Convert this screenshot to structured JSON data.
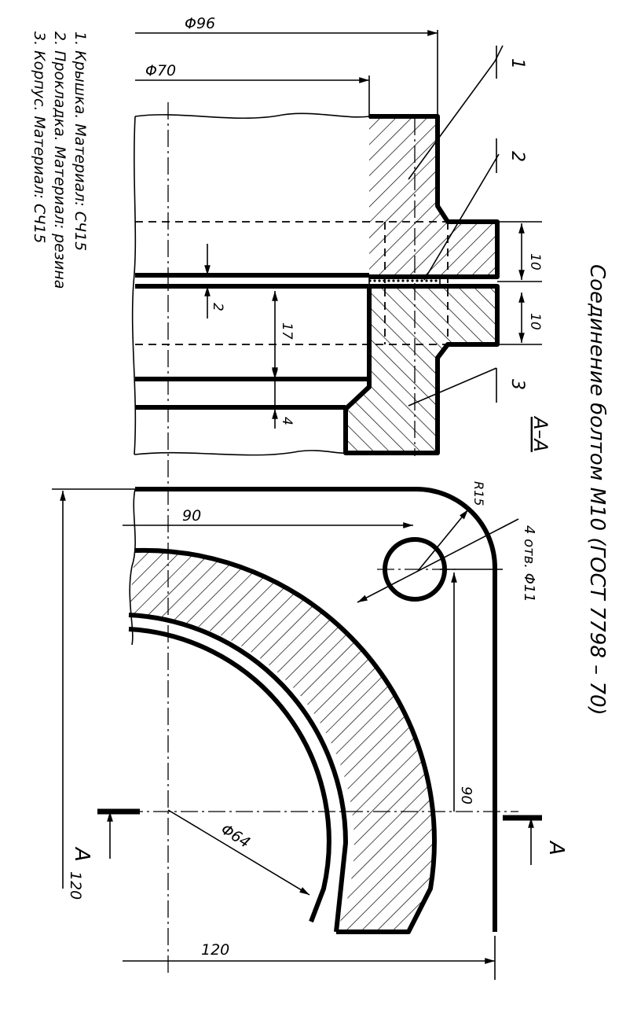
{
  "drawing": {
    "title": "Соединение болтом М10 (ГОСТ 7798 – 70)",
    "parts": [
      "1. Крышка. Материал: СЧ15",
      "2. Прокладка. Материал: резина",
      "3. Корпус. Материал: СЧ15"
    ],
    "section_label": "А–А",
    "cut_letter": "А",
    "leaders": [
      "1",
      "2",
      "3"
    ],
    "dims": {
      "d96": "Φ96",
      "d70": "Φ70",
      "t10a": "10",
      "t10b": "10",
      "g2": "2",
      "g17": "17",
      "g4": "4",
      "r15": "R15",
      "holes": "4 отв. Φ11",
      "d90a": "90",
      "d90b": "90",
      "d64": "Φ64",
      "d120a": "120",
      "d120b": "120"
    }
  }
}
